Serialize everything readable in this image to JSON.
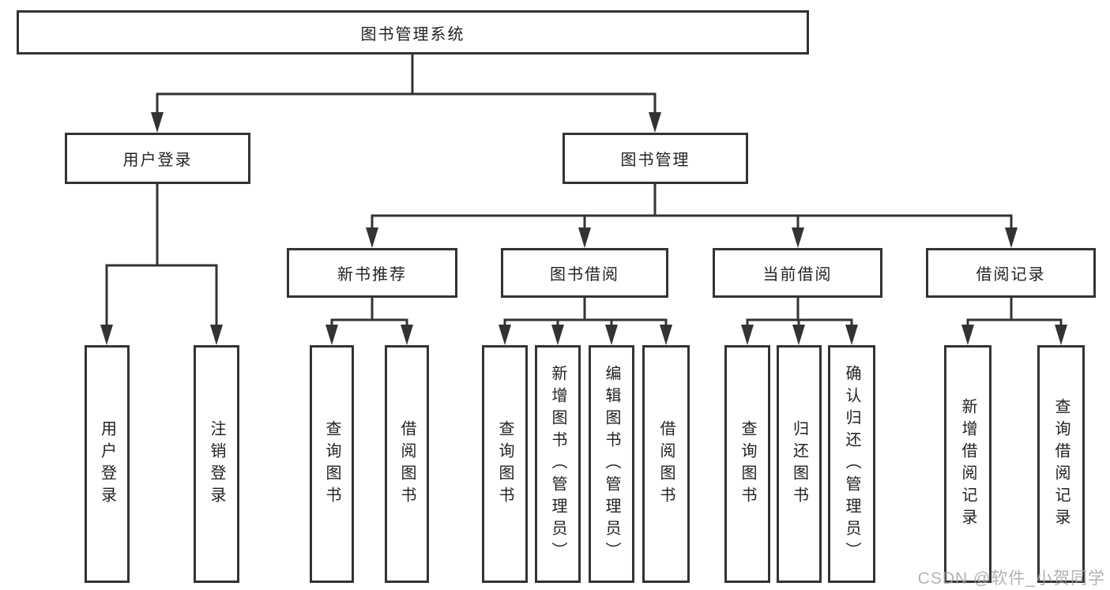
{
  "watermark": "CSDN @软件_小贺同学",
  "colors": {
    "line": "#333333",
    "box_border": "#333333",
    "text": "#222222",
    "background": "#ffffff",
    "watermark": "#a5a5a5"
  },
  "tree": {
    "label": "图书管理系统",
    "children": [
      {
        "label": "用户登录",
        "children": [
          {
            "label": "用户登录"
          },
          {
            "label": "注销登录"
          }
        ]
      },
      {
        "label": "图书管理",
        "children": [
          {
            "label": "新书推荐",
            "children": [
              {
                "label": "查询图书"
              },
              {
                "label": "借阅图书"
              }
            ]
          },
          {
            "label": "图书借阅",
            "children": [
              {
                "label": "查询图书"
              },
              {
                "label": "新增图书（管理员）"
              },
              {
                "label": "编辑图书（管理员）"
              },
              {
                "label": "借阅图书"
              }
            ]
          },
          {
            "label": "当前借阅",
            "children": [
              {
                "label": "查询图书"
              },
              {
                "label": "归还图书"
              },
              {
                "label": "确认归还（管理员）"
              }
            ]
          },
          {
            "label": "借阅记录",
            "children": [
              {
                "label": "新增借阅记录"
              },
              {
                "label": "查询借阅记录"
              }
            ]
          }
        ]
      }
    ]
  }
}
